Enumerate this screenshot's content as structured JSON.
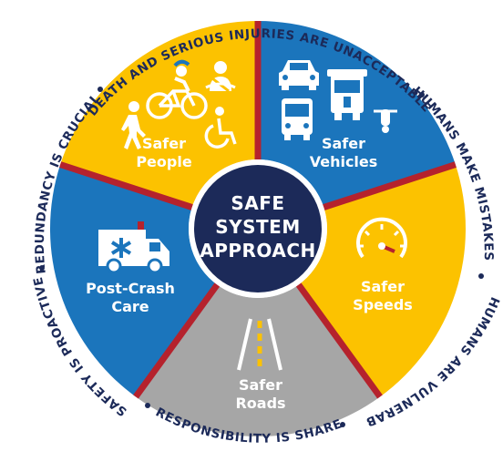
{
  "center": {
    "line1": "SAFE",
    "line2": "SYSTEM",
    "line3": "APPROACH"
  },
  "segments": {
    "people": {
      "line1": "Safer",
      "line2": "People",
      "color": "#fcc200"
    },
    "vehicles": {
      "line1": "Safer",
      "line2": "Vehicles",
      "color": "#1b75bc"
    },
    "speeds": {
      "line1": "Safer",
      "line2": "Speeds",
      "color": "#fcc200"
    },
    "roads": {
      "line1": "Safer",
      "line2": "Roads",
      "color": "#a6a6a6"
    },
    "postcrash": {
      "line1": "Post-Crash",
      "line2": "Care",
      "color": "#1b75bc"
    }
  },
  "principles": {
    "top": "DEATH AND SERIOUS INJURIES ARE UNACCEPTABLE",
    "right_upper": "HUMANS MAKE MISTAKES",
    "right_lower": "HUMANS ARE VULNERABLE",
    "bottom": "RESPONSIBILITY IS SHARED",
    "left_lower": "SAFETY IS PROACTIVE",
    "left_upper": "REDUNDANCY IS CRUCIAL"
  },
  "colors": {
    "navy": "#1c2a59",
    "divider": "#b5222d",
    "blue": "#1b75bc",
    "yellow": "#fcc200",
    "gray": "#a6a6a6"
  },
  "icons": [
    "pedestrian-icon",
    "cyclist-icon",
    "seatbelt-driver-icon",
    "wheelchair-icon",
    "car-icon",
    "truck-icon",
    "bus-icon",
    "motorcycle-icon",
    "ambulance-icon",
    "speedometer-icon",
    "road-icon"
  ]
}
